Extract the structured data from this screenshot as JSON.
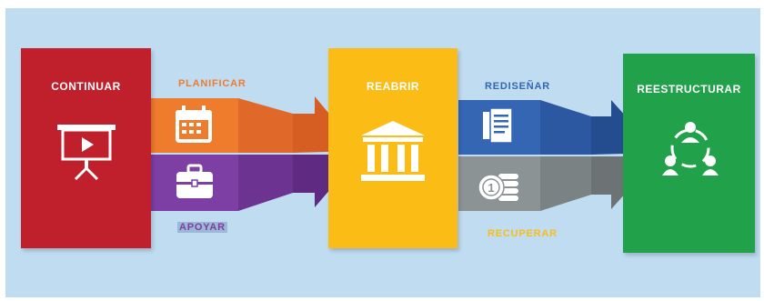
{
  "stages": {
    "continuar": {
      "label": "CONTINUAR",
      "color": "#c0202b"
    },
    "reabrir": {
      "label": "REABRIR",
      "color": "#fbbc16"
    },
    "reestructurar": {
      "label": "REESTRUCTURAR",
      "color": "#21a24a"
    }
  },
  "arrows": {
    "planificar": {
      "label": "PLANIFICAR",
      "color": "#ef7b2d"
    },
    "apoyar": {
      "label": "APOYAR",
      "color": "#7d3fa3"
    },
    "redisenar": {
      "label": "REDISEÑAR",
      "color": "#3466b3"
    },
    "recuperar": {
      "label": "RECUPERAR",
      "color": "#8c9395"
    }
  },
  "icons": {
    "continuar": "presentation-board-icon",
    "planificar": "calendar-icon",
    "apoyar": "briefcase-icon",
    "reabrir": "bank-building-icon",
    "redisenar": "documents-icon",
    "recuperar": "coins-icon",
    "reestructurar": "team-network-icon"
  }
}
